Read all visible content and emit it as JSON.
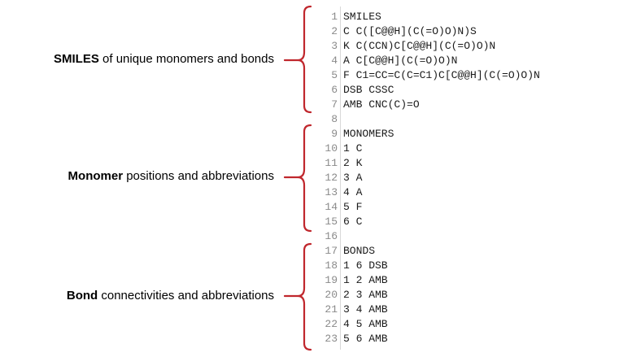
{
  "annotations": [
    {
      "bold": "SMILES",
      "rest": " of unique monomers and bonds"
    },
    {
      "bold": "Monomer",
      "rest": " positions and abbreviations"
    },
    {
      "bold": "Bond",
      "rest": " connectivities and abbreviations"
    }
  ],
  "colors": {
    "bracket": "#c0272d",
    "text": "#000000",
    "line_number": "#8a8a8a"
  },
  "code_lines": [
    {
      "n": "1",
      "text": "SMILES"
    },
    {
      "n": "2",
      "text": "C C([C@@H](C(=O)O)N)S"
    },
    {
      "n": "3",
      "text": "K C(CCN)C[C@@H](C(=O)O)N"
    },
    {
      "n": "4",
      "text": "A C[C@@H](C(=O)O)N"
    },
    {
      "n": "5",
      "text": "F C1=CC=C(C=C1)C[C@@H](C(=O)O)N"
    },
    {
      "n": "6",
      "text": "DSB CSSC"
    },
    {
      "n": "7",
      "text": "AMB CNC(C)=O"
    },
    {
      "n": "8",
      "text": ""
    },
    {
      "n": "9",
      "text": "MONOMERS"
    },
    {
      "n": "10",
      "text": "1 C"
    },
    {
      "n": "11",
      "text": "2 K"
    },
    {
      "n": "12",
      "text": "3 A"
    },
    {
      "n": "13",
      "text": "4 A"
    },
    {
      "n": "14",
      "text": "5 F"
    },
    {
      "n": "15",
      "text": "6 C"
    },
    {
      "n": "16",
      "text": ""
    },
    {
      "n": "17",
      "text": "BONDS"
    },
    {
      "n": "18",
      "text": "1 6 DSB"
    },
    {
      "n": "19",
      "text": "1 2 AMB"
    },
    {
      "n": "20",
      "text": "2 3 AMB"
    },
    {
      "n": "21",
      "text": "3 4 AMB"
    },
    {
      "n": "22",
      "text": "4 5 AMB"
    },
    {
      "n": "23",
      "text": "5 6 AMB"
    }
  ]
}
